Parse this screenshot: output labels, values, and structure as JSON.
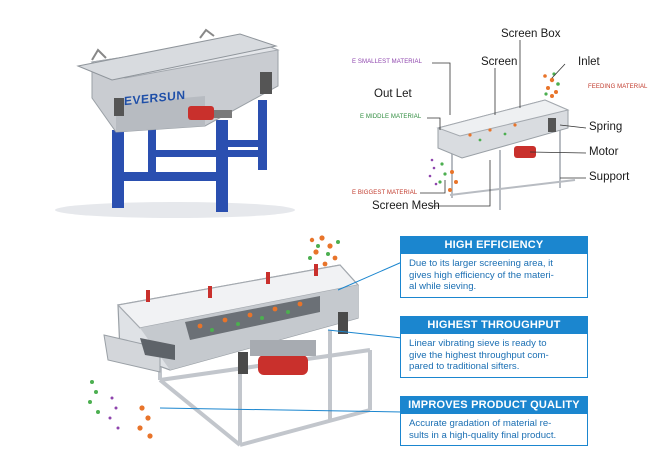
{
  "brand": {
    "logo_text": "EVERSUN"
  },
  "diagram_labels": {
    "screen_box": "Screen Box",
    "screen": "Screen",
    "inlet": "Inlet",
    "feeding_material": "FEEDING MATERIAL",
    "smallest_material": "E SMALLEST MATERIAL",
    "out_let": "Out Let",
    "middle_material": "E MIDDLE MATERIAL",
    "spring": "Spring",
    "motor": "Motor",
    "support": "Support",
    "biggest_material": "E BIGGEST MATERIAL",
    "screen_mesh": "Screen Mesh"
  },
  "features": [
    {
      "title": "HIGH EFFICIENCY",
      "lines": [
        "Due to its larger screening area, it",
        "gives high efficiency of the materi-",
        "al while sieving."
      ]
    },
    {
      "title": "HIGHEST THROUGHPUT",
      "lines": [
        "Linear vibrating sieve is ready to",
        "give the highest throughput com-",
        "pared to traditional sifters."
      ]
    },
    {
      "title": "IMPROVES PRODUCT QUALITY",
      "lines": [
        "Accurate gradation of material re-",
        "sults in a high-quality final product."
      ]
    }
  ],
  "colors": {
    "accent_blue": "#1b86cf",
    "feature_text": "#1b6fb3",
    "frame_blue": "#2a4fb0",
    "steel": "#cfd3d8",
    "motor_red": "#c9302c",
    "material_orange": "#e8742a",
    "material_green": "#4caf50",
    "material_purple": "#8e44ad"
  }
}
